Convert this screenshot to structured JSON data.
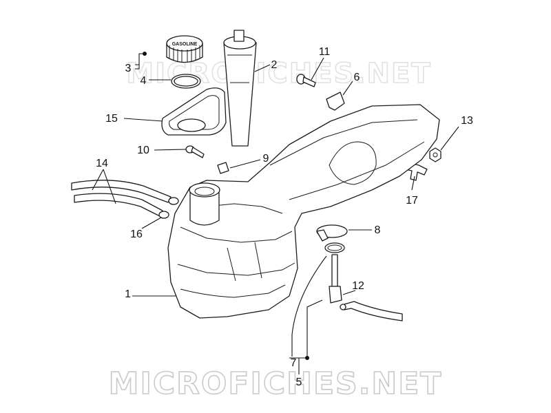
{
  "diagram": {
    "watermark_text": "MICROFICHES.NET",
    "cap_label": "GASOLINE",
    "parts": [
      {
        "ref": "1"
      },
      {
        "ref": "2"
      },
      {
        "ref": "3"
      },
      {
        "ref": "4"
      },
      {
        "ref": "5"
      },
      {
        "ref": "6"
      },
      {
        "ref": "7"
      },
      {
        "ref": "8"
      },
      {
        "ref": "9"
      },
      {
        "ref": "10"
      },
      {
        "ref": "11"
      },
      {
        "ref": "12"
      },
      {
        "ref": "13"
      },
      {
        "ref": "14"
      },
      {
        "ref": "15"
      },
      {
        "ref": "16"
      },
      {
        "ref": "17"
      }
    ]
  }
}
